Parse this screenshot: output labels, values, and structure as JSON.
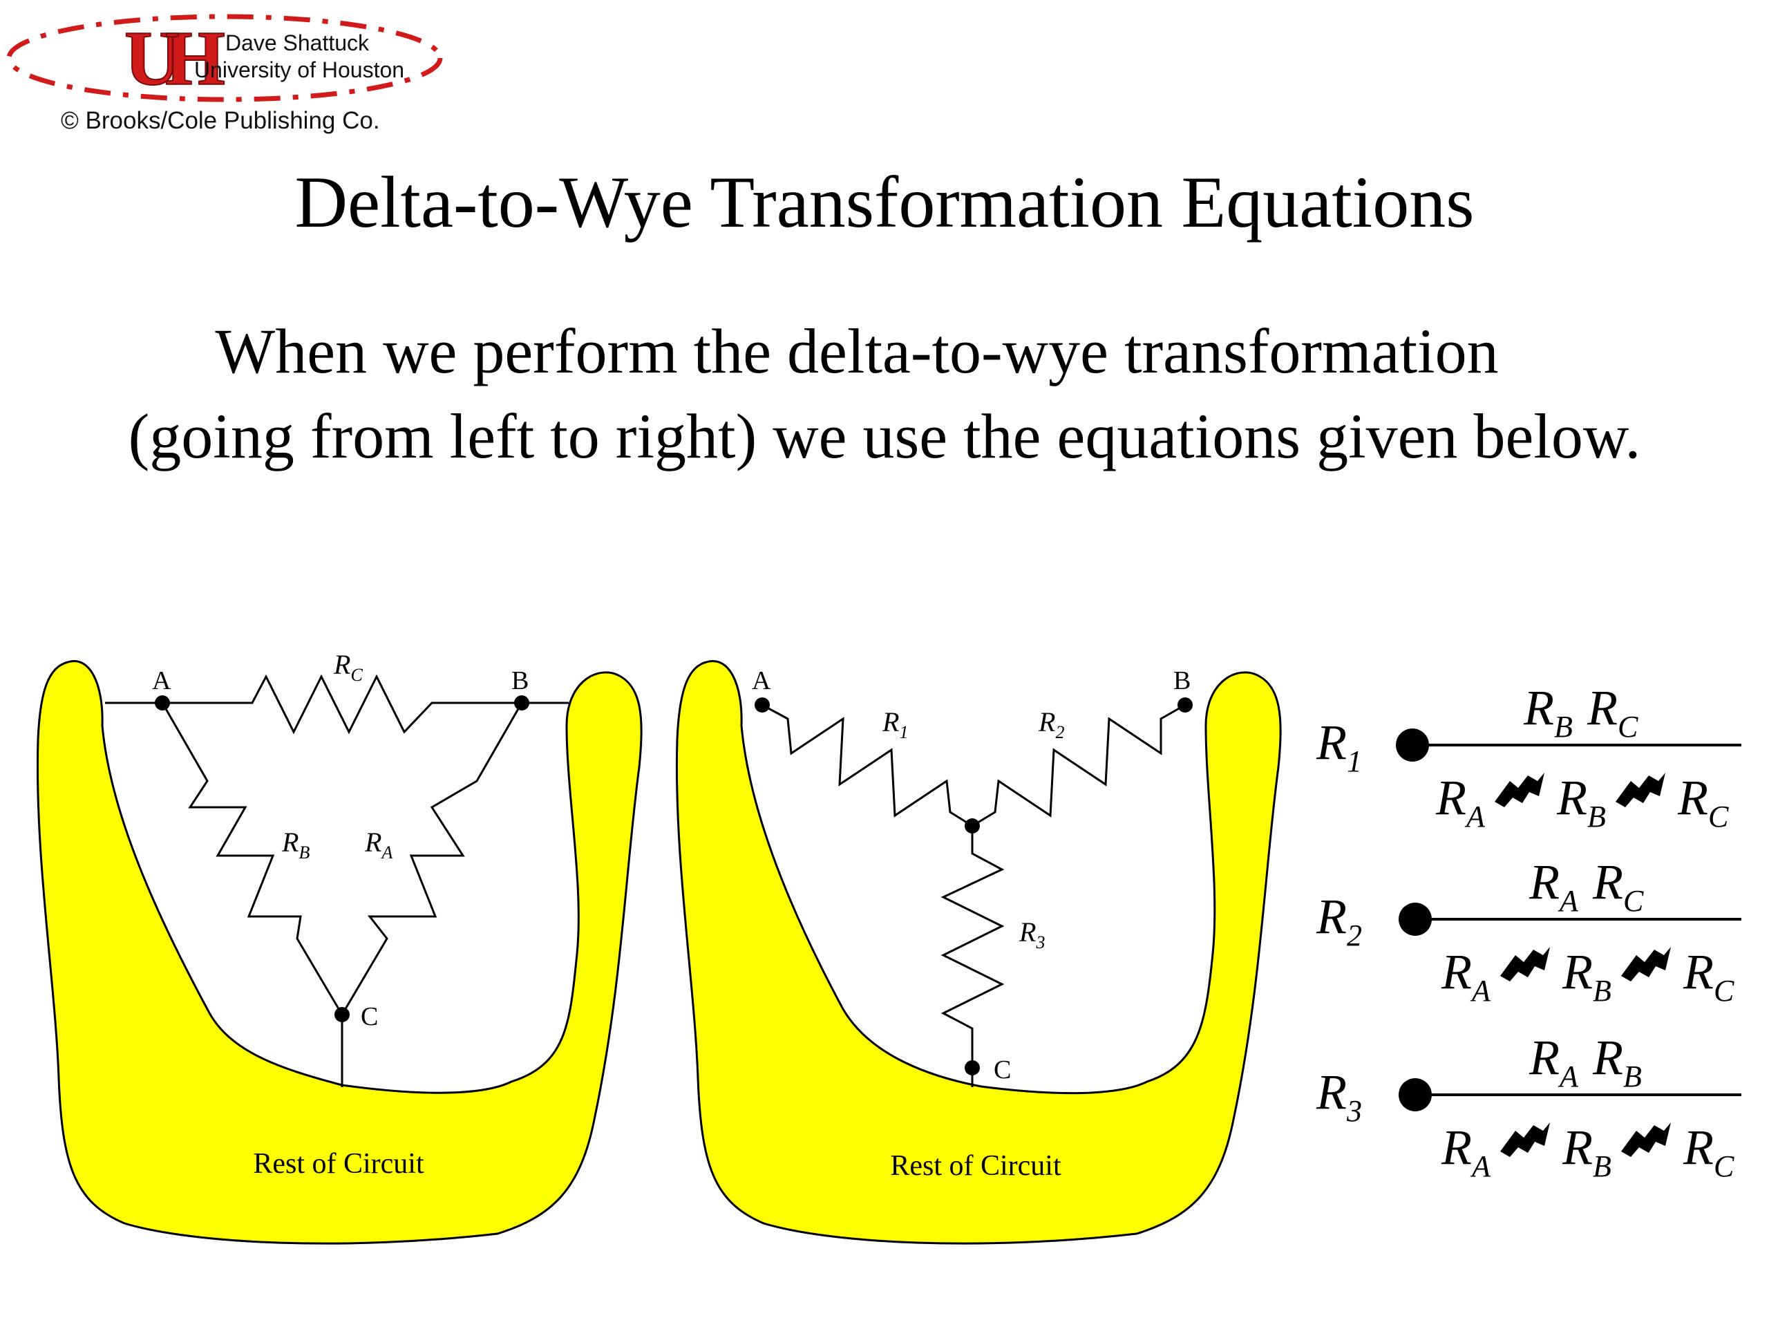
{
  "header": {
    "logo_text": "UH",
    "author": "Dave Shattuck",
    "institution": "University of Houston",
    "copyright": "© Brooks/Cole Publishing Co."
  },
  "slide": {
    "title": "Delta-to-Wye Transformation Equations",
    "intro_line1": "When we perform the delta-to-wye transformation",
    "intro_line2": "(going from left to right) we use the equations given below."
  },
  "delta_circuit": {
    "region_label": "Rest of Circuit",
    "node_a": "A",
    "node_b": "B",
    "node_c": "C",
    "resistor_c": {
      "sym": "R",
      "sub": "C"
    },
    "resistor_b": {
      "sym": "R",
      "sub": "B"
    },
    "resistor_a": {
      "sym": "R",
      "sub": "A"
    }
  },
  "wye_circuit": {
    "region_label": "Rest of Circuit",
    "node_a": "A",
    "node_b": "B",
    "node_c": "C",
    "resistor_1": {
      "sym": "R",
      "sub": "1"
    },
    "resistor_2": {
      "sym": "R",
      "sub": "2"
    },
    "resistor_3": {
      "sym": "R",
      "sub": "3"
    }
  },
  "equations": [
    {
      "lhs": {
        "sym": "R",
        "sub": "1"
      },
      "num": [
        {
          "sym": "R",
          "sub": "B"
        },
        {
          "sym": "R",
          "sub": "C"
        }
      ],
      "den": [
        {
          "sym": "R",
          "sub": "A"
        },
        {
          "sym": "R",
          "sub": "B"
        },
        {
          "sym": "R",
          "sub": "C"
        }
      ]
    },
    {
      "lhs": {
        "sym": "R",
        "sub": "2"
      },
      "num": [
        {
          "sym": "R",
          "sub": "A"
        },
        {
          "sym": "R",
          "sub": "C"
        }
      ],
      "den": [
        {
          "sym": "R",
          "sub": "A"
        },
        {
          "sym": "R",
          "sub": "B"
        },
        {
          "sym": "R",
          "sub": "C"
        }
      ]
    },
    {
      "lhs": {
        "sym": "R",
        "sub": "3"
      },
      "num": [
        {
          "sym": "R",
          "sub": "A"
        },
        {
          "sym": "R",
          "sub": "B"
        }
      ],
      "den": [
        {
          "sym": "R",
          "sub": "A"
        },
        {
          "sym": "R",
          "sub": "B"
        },
        {
          "sym": "R",
          "sub": "C"
        }
      ]
    }
  ],
  "colors": {
    "region_fill": "#ffff00",
    "logo_red": "#d11a1a",
    "ink": "#000000"
  }
}
